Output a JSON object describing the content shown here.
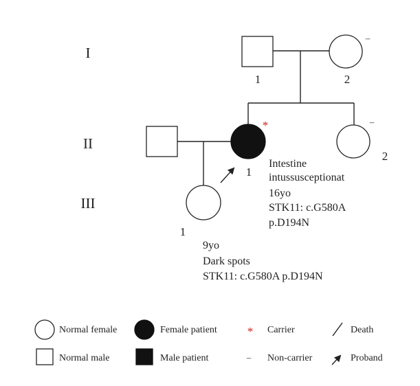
{
  "generations": [
    "I",
    "II",
    "III"
  ],
  "individuals": {
    "I_1": {
      "number": "1",
      "sex": "male",
      "affected": false
    },
    "I_2": {
      "number": "2",
      "sex": "female",
      "affected": false,
      "marker": "–"
    },
    "II_spouse": {
      "sex": "male",
      "affected": false
    },
    "II_1": {
      "number": "1",
      "sex": "female",
      "affected": true,
      "proband": true,
      "marker": "*",
      "annotation": [
        "Intestine",
        "intussusceptionat",
        "16yo",
        "STK11: c.G580A",
        "p.D194N"
      ]
    },
    "II_2": {
      "number": "2",
      "sex": "female",
      "affected": false,
      "marker": "–"
    },
    "III_1": {
      "number": "1",
      "sex": "female",
      "affected": false,
      "annotation": [
        "9yo",
        "Dark spots",
        "STK11: c.G580A p.D194N"
      ]
    }
  },
  "legend": {
    "normal_female": "Normal female",
    "female_patient": "Female patient",
    "carrier_symbol": "*",
    "carrier": "Carrier",
    "death": "Death",
    "normal_male": "Normal male",
    "male_patient": "Male patient",
    "noncarrier_symbol": "–",
    "noncarrier": "Non-carrier",
    "proband": "Proband"
  },
  "colors": {
    "lines": "#222222",
    "affected_fill": "#111111",
    "carrier_mark": "#d62020"
  }
}
